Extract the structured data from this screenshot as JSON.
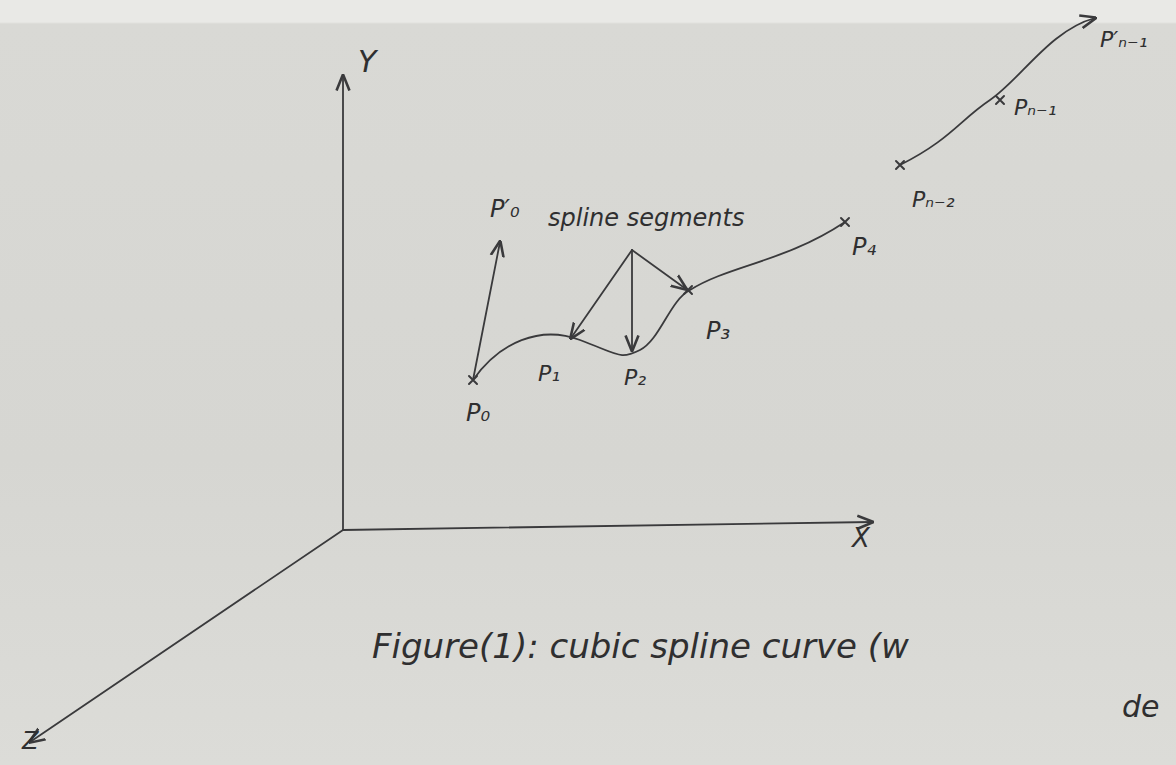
{
  "diagram": {
    "caption": "Figure(1): cubic spline curve (w",
    "labels": [
      "Y",
      "X",
      "Z",
      "P′₀",
      "spline segments",
      "P₀",
      "P₁",
      "P₂",
      "P₃",
      "P₄",
      "Pₙ₋₂",
      "Pₙ₋₁",
      "P′ₙ₋₁",
      "de"
    ]
  }
}
